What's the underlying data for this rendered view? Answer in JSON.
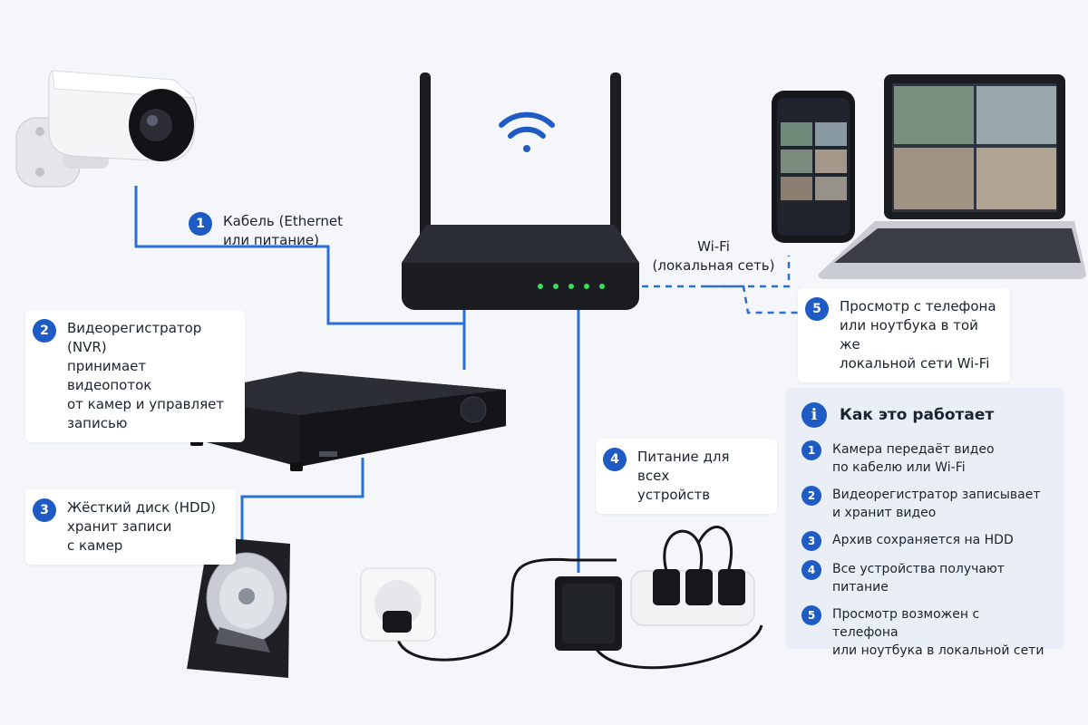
{
  "callouts": {
    "c1": {
      "num": "1",
      "text": "Кабель (Ethernet\nили питание)"
    },
    "c2": {
      "num": "2",
      "text": "Видеорегистратор (NVR)\nпринимает видеопоток\nот камер и управляет\nзаписью"
    },
    "c3": {
      "num": "3",
      "text": "Жёсткий диск (HDD)\nхранит записи\nс камер"
    },
    "c4": {
      "num": "4",
      "text": "Питание для всех\nустройств"
    },
    "c5": {
      "num": "5",
      "text": "Просмотр с телефона\nили ноутбука в той же\nлокальной сети Wi-Fi"
    }
  },
  "wifi_label": "Wi-Fi\n(локальная сеть)",
  "panel": {
    "info_symbol": "i",
    "title": "Как это работает",
    "steps": [
      {
        "num": "1",
        "text": "Камера передаёт видео\nпо кабелю или Wi-Fi"
      },
      {
        "num": "2",
        "text": "Видеорегистратор записывает\nи хранит видео"
      },
      {
        "num": "3",
        "text": "Архив сохраняется на HDD"
      },
      {
        "num": "4",
        "text": "Все устройства получают питание"
      },
      {
        "num": "5",
        "text": "Просмотр возможен с телефона\nили ноутбука в локальной сети"
      }
    ]
  },
  "colors": {
    "accent": "#1f5bc4",
    "cable": "#2a6fd6",
    "device": "#1b1d21",
    "led": "#38e05a",
    "panel_bg": "#e9eef7"
  }
}
